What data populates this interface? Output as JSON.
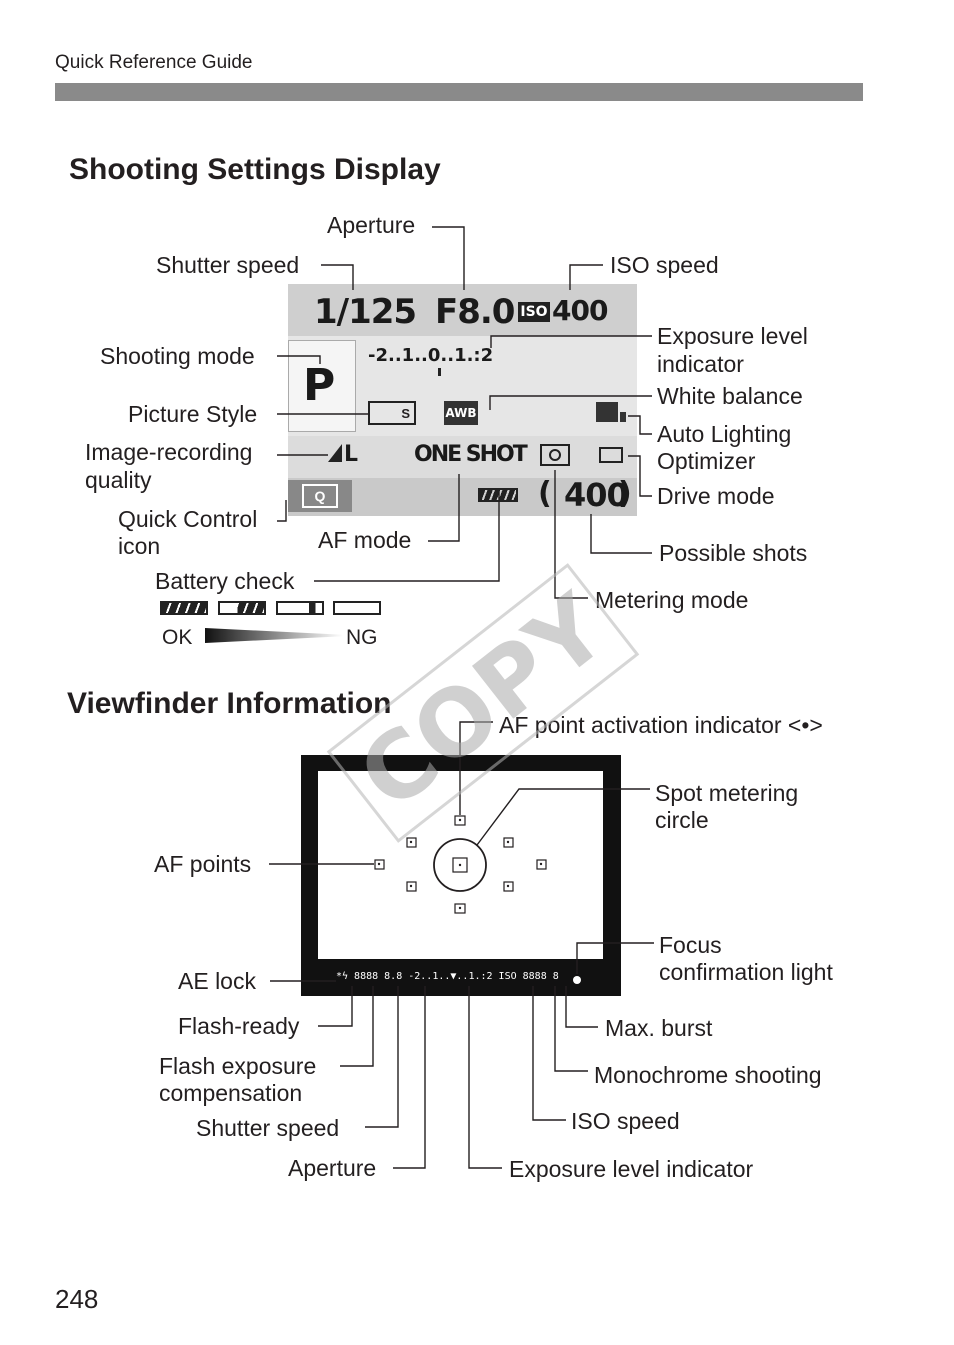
{
  "page": {
    "header": "Quick Reference Guide",
    "page_number": "248"
  },
  "section1": {
    "title": "Shooting Settings Display",
    "display": {
      "shutter": "1/125",
      "aperture": "F8.0",
      "iso_badge": "ISO",
      "iso": "400",
      "scale": "-2..1..0..1.:2",
      "mode": "P",
      "style_icon": "S",
      "wb": "AWB",
      "quality": "L",
      "af": "ONE SHOT",
      "q_icon": "Q",
      "shots": "400"
    },
    "labels": {
      "aperture": "Aperture",
      "shutter_speed": "Shutter speed",
      "iso_speed": "ISO speed",
      "shooting_mode": "Shooting mode",
      "exposure_level_1": "Exposure level",
      "exposure_level_2": "indicator",
      "picture_style": "Picture Style",
      "white_balance": "White balance",
      "image_quality_1": "Image-recording",
      "image_quality_2": "quality",
      "alo_1": "Auto Lighting",
      "alo_2": "Optimizer",
      "drive_mode": "Drive mode",
      "quick_control_1": "Quick Control",
      "quick_control_2": "icon",
      "af_mode": "AF mode",
      "possible_shots": "Possible shots",
      "battery_check": "Battery check",
      "metering_mode": "Metering mode",
      "ok": "OK",
      "ng": "NG"
    }
  },
  "section2": {
    "title": "Viewfinder Information",
    "strip": "*ϟ 8888 8.8 -2..1..▼..1.:2 ISO 8888 8",
    "labels": {
      "af_activation": "AF point activation indicator <•>",
      "spot_1": "Spot metering",
      "spot_2": "circle",
      "af_points": "AF points",
      "focus_1": "Focus",
      "focus_2": "confirmation light",
      "ae_lock": "AE lock",
      "flash_ready": "Flash-ready",
      "max_burst": "Max. burst",
      "flash_comp_1": "Flash exposure",
      "flash_comp_2": "compensation",
      "monochrome": "Monochrome shooting",
      "shutter_speed": "Shutter speed",
      "iso_speed": "ISO speed",
      "aperture": "Aperture",
      "exposure_level": "Exposure level indicator"
    }
  },
  "watermark": "COPY"
}
